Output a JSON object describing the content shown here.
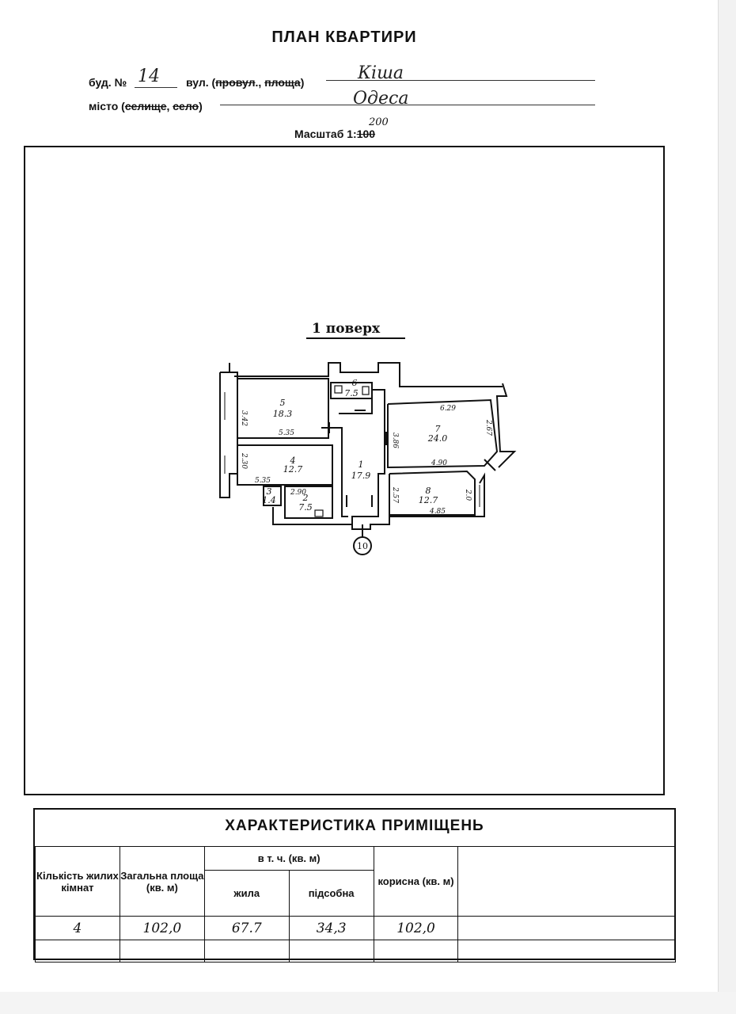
{
  "header": {
    "title": "ПЛАН КВАРТИРИ",
    "building_label": "буд. №",
    "building_number": "14",
    "street_label_prefix": "вул. (",
    "street_label_struck": "провул",
    "street_label_mid": "., ",
    "street_label_struck2": "площа",
    "street_label_suffix": ")",
    "street_value": "Кіша",
    "city_label_prefix": "місто (",
    "city_label_struck": "селище",
    "city_label_mid": ", ",
    "city_label_struck2": "село",
    "city_label_suffix": ")",
    "city_value": "Одеса",
    "scale_label": "Масштаб 1:",
    "scale_printed": "100",
    "scale_handwritten": "200"
  },
  "plan": {
    "floor_label": "1 поверх",
    "entrance_number": "10",
    "rooms": [
      {
        "number": "1",
        "area": "17.9"
      },
      {
        "number": "2",
        "area": "7.5"
      },
      {
        "number": "3",
        "area": "1.4"
      },
      {
        "number": "4",
        "area": "12.7"
      },
      {
        "number": "5",
        "area": "18.3"
      },
      {
        "number": "6",
        "area": "7.5"
      },
      {
        "number": "7",
        "area": "24.0"
      },
      {
        "number": "8",
        "area": "12.7"
      }
    ],
    "dimensions": [
      "3.42",
      "5.35",
      "2.30",
      "5.35",
      "2.90",
      "6.29",
      "2.67",
      "3.86",
      "4.90",
      "2.57",
      "2.0",
      "4.85"
    ]
  },
  "characteristics": {
    "title": "ХАРАКТЕРИСТИКА ПРИМІЩЕНЬ",
    "headers": {
      "rooms_count": "Кількість жилих кімнат",
      "total_area": "Загальна площа (кв. м)",
      "including": "в т. ч. (кв. м)",
      "living": "жила",
      "auxiliary": "підсобна",
      "useful": "корисна (кв. м)"
    },
    "values": {
      "rooms_count": "4",
      "total_area": "102,0",
      "living": "67.7",
      "auxiliary": "34,3",
      "useful": "102,0"
    }
  }
}
